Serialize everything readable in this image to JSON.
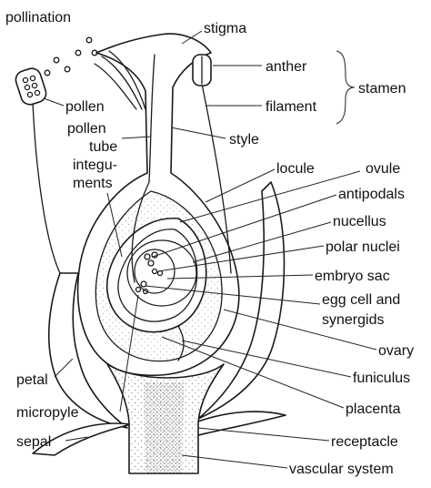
{
  "labels": {
    "pollination": "pollination",
    "stigma": "stigma",
    "anther": "anther",
    "stamen": "stamen",
    "pollen": "pollen",
    "filament": "filament",
    "pollen_tube_1": "pollen",
    "pollen_tube_2": "tube",
    "style": "style",
    "integuments_1": "integu-",
    "integuments_2": "ments",
    "locule": "locule",
    "ovule": "ovule",
    "antipodals": "antipodals",
    "nucellus": "nucellus",
    "polar_nuclei": "polar nuclei",
    "embryo_sac": "embryo sac",
    "egg_cell_1": "egg cell and",
    "egg_cell_2": "synergids",
    "ovary": "ovary",
    "petal": "petal",
    "funiculus": "funiculus",
    "micropyle": "micropyle",
    "placenta": "placenta",
    "sepal": "sepal",
    "receptacle": "receptacle",
    "vascular_system": "vascular system"
  }
}
